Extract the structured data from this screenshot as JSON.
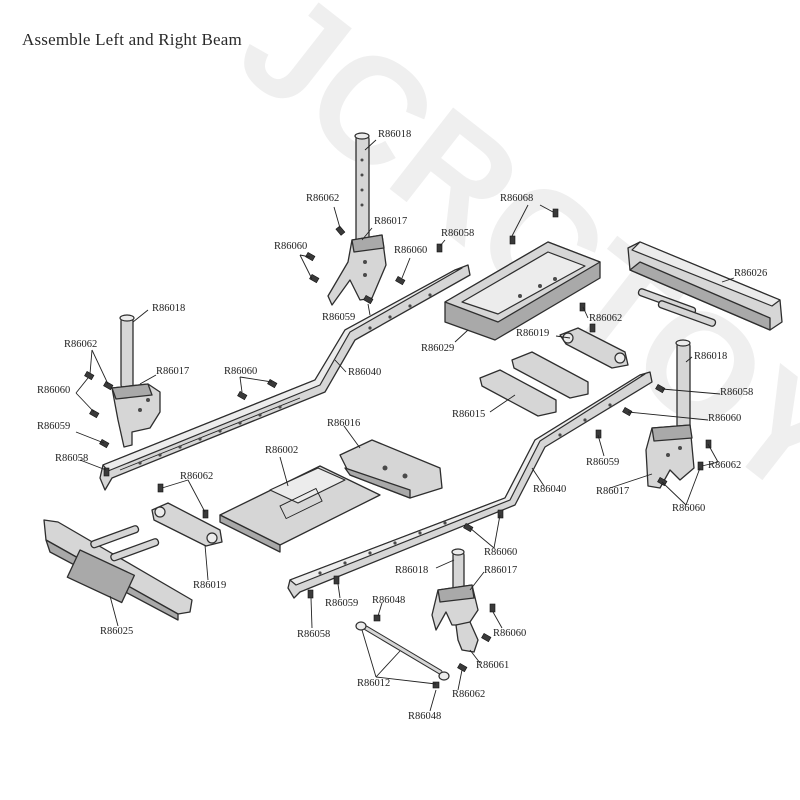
{
  "title": "Assemble Left and Right Beam",
  "watermark": "JCRCTOY",
  "colors": {
    "part_fill": "#d6d6d6",
    "part_dark": "#a9a9a9",
    "outline": "#2e2e2e",
    "watermark": "#efefef"
  },
  "labels": {
    "r18_top": "R86018",
    "r62_top": "R86062",
    "r17_top": "R86017",
    "r60_top_l": "R86060",
    "r60_top_r": "R86060",
    "r58_top": "R86058",
    "r59_top": "R86059",
    "r68": "R86068",
    "r26": "R86026",
    "r29": "R86029",
    "r19_r": "R86019",
    "r62_r": "R86062",
    "r18_left": "R86018",
    "r62_left": "R86062",
    "r17_left": "R86017",
    "r60_left": "R86060",
    "r60_mid": "R86060",
    "r59_left": "R86059",
    "r58_left": "R86058",
    "r40_left": "R86040",
    "r15": "R86015",
    "r18_right": "R86018",
    "r58_right": "R86058",
    "r60_right1": "R86060",
    "r16": "R86016",
    "r02": "R86002",
    "r59_right": "R86059",
    "r62_right2": "R86062",
    "r40_right": "R86040",
    "r17_right": "R86017",
    "r60_right2": "R86060",
    "r62_lowleft": "R86062",
    "r19_left": "R86019",
    "r60_lower": "R86060",
    "r25": "R86025",
    "r18_bot": "R86018",
    "r17_bot": "R86017",
    "r59_bot": "R86059",
    "r48_top": "R86048",
    "r58_bot": "R86058",
    "r60_bot": "R86060",
    "r61": "R86061",
    "r12": "R86012",
    "r62_bot": "R86062",
    "r48_bot": "R86048"
  }
}
